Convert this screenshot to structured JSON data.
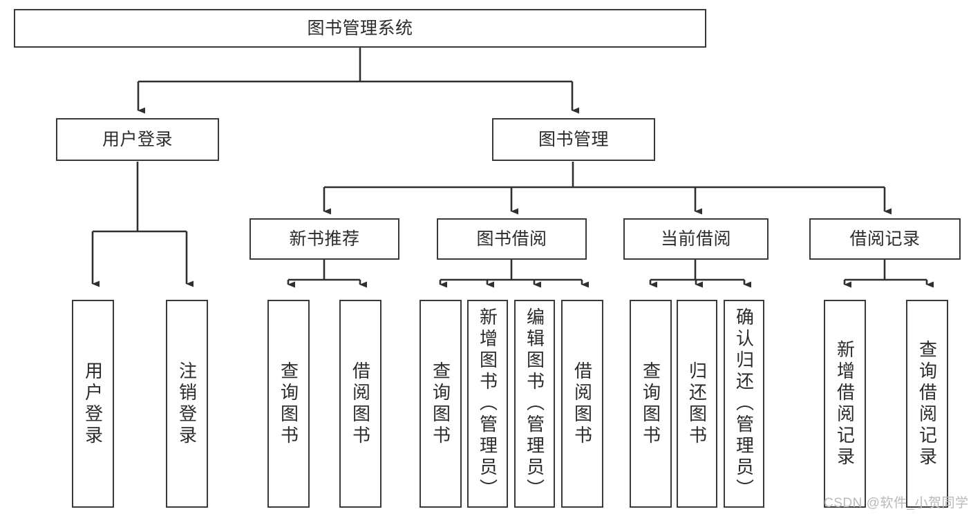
{
  "diagram": {
    "title": "图书管理系统",
    "type": "hierarchy-tree",
    "colors": {
      "box_border": "#3a3a3a",
      "box_fill": "#ffffff",
      "connector": "#2f2f2f",
      "text": "#2b2b2b",
      "watermark": "#b9b9b9",
      "background": "#ffffff"
    },
    "root": {
      "label": "图书管理系统"
    },
    "level2": [
      {
        "label": "用户登录"
      },
      {
        "label": "图书管理"
      }
    ],
    "level3": [
      {
        "label": "新书推荐"
      },
      {
        "label": "图书借阅"
      },
      {
        "label": "当前借阅"
      },
      {
        "label": "借阅记录"
      }
    ],
    "leaves": {
      "user_login": [
        {
          "label": "用户登录"
        },
        {
          "label": "注销登录"
        }
      ],
      "new_book_recommend": [
        {
          "label": "查询图书"
        },
        {
          "label": "借阅图书"
        }
      ],
      "book_borrow": [
        {
          "label": "查询图书"
        },
        {
          "label": "新增图书（管理员）"
        },
        {
          "label": "编辑图书（管理员）"
        },
        {
          "label": "借阅图书"
        }
      ],
      "current_borrow": [
        {
          "label": "查询图书"
        },
        {
          "label": "归还图书"
        },
        {
          "label": "确认归还（管理员）"
        }
      ],
      "borrow_record": [
        {
          "label": "新增借阅记录"
        },
        {
          "label": "查询借阅记录"
        }
      ]
    }
  },
  "watermark": {
    "text": "CSDN @软件_小贺同学"
  }
}
